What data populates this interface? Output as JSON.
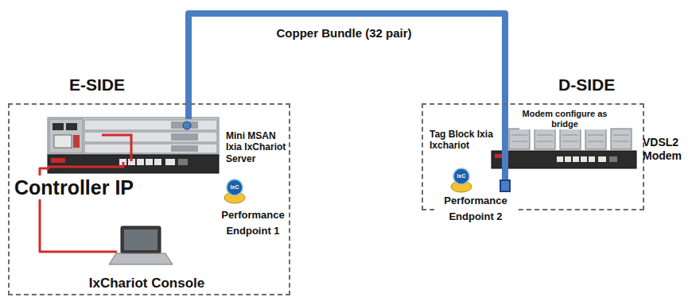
{
  "diagram": {
    "nodes": [
      {
        "text": [
          "E-SIDE"
        ]
      },
      {
        "text": [
          "Mini MSAN Ixia IxChariot Server"
        ],
        "in": 0
      },
      {
        "text": [
          "IxChariot Console"
        ],
        "in": 0
      },
      {
        "text": [
          "D-SIDE"
        ]
      },
      {
        "text": [
          "Tag Block Ixia Ixchariot"
        ],
        "in": 3
      },
      {
        "text": [
          "Modem configure as bridge",
          "VDSL2 Modem"
        ],
        "in": 3
      }
    ],
    "edges": [
      {
        "from": 1,
        "to": 4,
        "label": "Copper Bundle (32 pair)",
        "arrow": "none"
      },
      {
        "from": 1,
        "to": 2,
        "arrow": "none"
      }
    ],
    "labels": [
      "Controller IP",
      "IxC",
      "Performance Endpoint 1",
      "IxC",
      "Performance Endpoint 2"
    ]
  }
}
